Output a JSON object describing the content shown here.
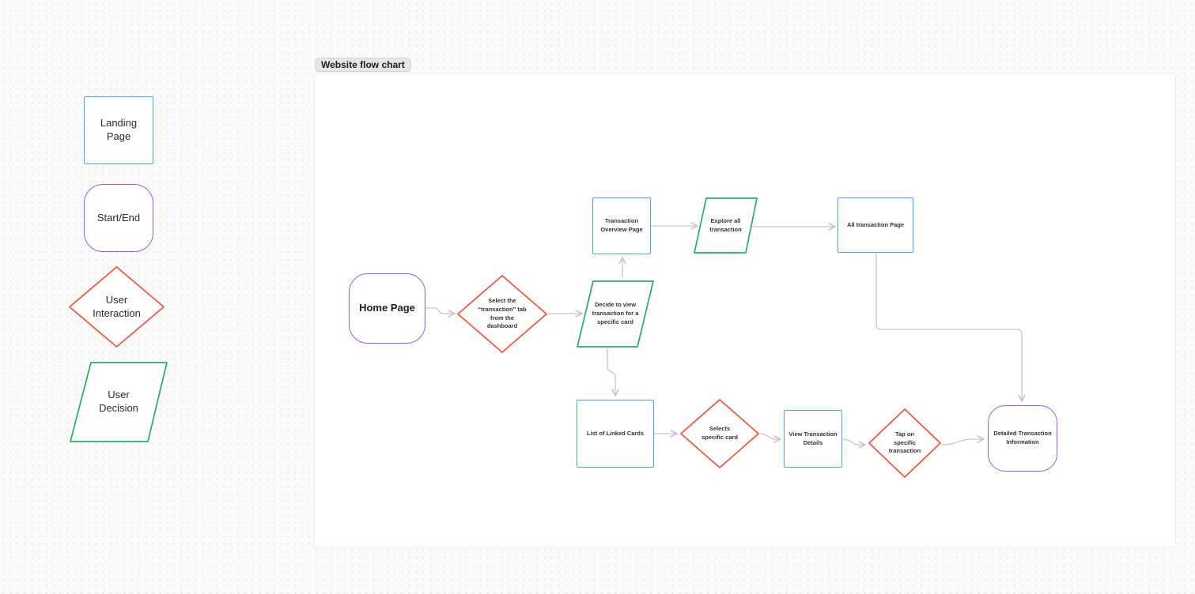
{
  "app": {
    "type": "whiteboard-flowchart-canvas"
  },
  "section": {
    "label": "Website flow chart"
  },
  "colors": {
    "blue": "#4FA3F2",
    "purple": "#9E5CF0",
    "orange": "#F0543A",
    "green": "#27AE60",
    "connector": "#C7C7C7",
    "canvas_bg": "#FBFBFB",
    "dot_grid": "#E0E0E0",
    "frame_bg": "#FFFFFF",
    "label_pill_bg": "#E6E6E8"
  },
  "legend": [
    {
      "id": "landing-page",
      "shape": "rectangle",
      "color": "blue",
      "label_lines": [
        "Landing Page"
      ]
    },
    {
      "id": "start-end",
      "shape": "rounded",
      "color": "purple",
      "label_lines": [
        "Start/End"
      ]
    },
    {
      "id": "user-interaction",
      "shape": "diamond",
      "color": "orange",
      "label_lines": [
        "User",
        "Interaction"
      ]
    },
    {
      "id": "user-decision",
      "shape": "parallelogram",
      "color": "green",
      "label_lines": [
        "User",
        "Decision"
      ]
    }
  ],
  "nodes": [
    {
      "id": "home-page",
      "shape": "rounded",
      "color": "purple",
      "label_lines": [
        "Home Page"
      ]
    },
    {
      "id": "select-transaction-tab",
      "shape": "diamond",
      "color": "orange",
      "label_lines": [
        "Select the",
        "“transaction” tab",
        "from the",
        "dashboard"
      ]
    },
    {
      "id": "decide-view-specific-card",
      "shape": "parallelogram",
      "color": "green",
      "label_lines": [
        "Decide to view",
        "transaction for a",
        "specific card"
      ]
    },
    {
      "id": "transaction-overview-page",
      "shape": "rectangle",
      "color": "blue",
      "label_lines": [
        "Transaction",
        "Overview Page"
      ]
    },
    {
      "id": "explore-all-transaction",
      "shape": "parallelogram",
      "color": "green",
      "label_lines": [
        "Explore all",
        "transaction"
      ]
    },
    {
      "id": "all-transaction-page",
      "shape": "rectangle",
      "color": "blue",
      "label_lines": [
        "All transaction Page"
      ]
    },
    {
      "id": "list-of-linked-cards",
      "shape": "rectangle",
      "color": "blue",
      "label_lines": [
        "List of Linked Cards"
      ]
    },
    {
      "id": "selects-specific-card",
      "shape": "diamond",
      "color": "orange",
      "label_lines": [
        "Selects",
        "specific card"
      ]
    },
    {
      "id": "view-transaction-details",
      "shape": "rectangle",
      "color": "blue",
      "label_lines": [
        "View Transaction",
        "Details"
      ]
    },
    {
      "id": "tap-specific-transaction",
      "shape": "diamond",
      "color": "orange",
      "label_lines": [
        "Tap on",
        "specific",
        "transaction"
      ]
    },
    {
      "id": "detailed-transaction-info",
      "shape": "rounded",
      "color": "purple",
      "label_lines": [
        "Detailed Transaction",
        "Information"
      ]
    }
  ],
  "connectors": [
    {
      "from": "home-page",
      "to": "select-transaction-tab"
    },
    {
      "from": "select-transaction-tab",
      "to": "decide-view-specific-card"
    },
    {
      "from": "decide-view-specific-card",
      "to": "transaction-overview-page"
    },
    {
      "from": "transaction-overview-page",
      "to": "explore-all-transaction"
    },
    {
      "from": "explore-all-transaction",
      "to": "all-transaction-page"
    },
    {
      "from": "all-transaction-page",
      "to": "detailed-transaction-info"
    },
    {
      "from": "decide-view-specific-card",
      "to": "list-of-linked-cards"
    },
    {
      "from": "list-of-linked-cards",
      "to": "selects-specific-card"
    },
    {
      "from": "selects-specific-card",
      "to": "view-transaction-details"
    },
    {
      "from": "view-transaction-details",
      "to": "tap-specific-transaction"
    },
    {
      "from": "tap-specific-transaction",
      "to": "detailed-transaction-info"
    }
  ]
}
